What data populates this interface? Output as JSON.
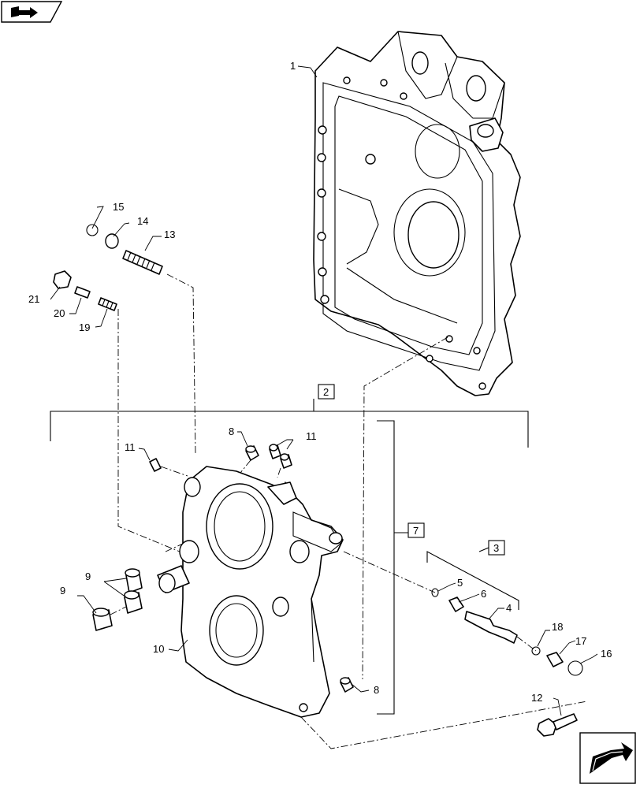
{
  "header": {
    "nav_icon": "book-arrow-icon"
  },
  "footer": {
    "nav_icon": "next-page-arrow-icon"
  },
  "callouts": {
    "c1": "1",
    "c2": "2",
    "c3": "3",
    "c4": "4",
    "c5": "5",
    "c6": "6",
    "c7": "7",
    "c8a": "8",
    "c8b": "8",
    "c9a": "9",
    "c9b": "9",
    "c10": "10",
    "c11a": "11",
    "c11b": "11",
    "c12": "12",
    "c13": "13",
    "c14": "14",
    "c15": "15",
    "c16": "16",
    "c17": "17",
    "c18": "18",
    "c19": "19",
    "c20": "20",
    "c21": "21"
  }
}
